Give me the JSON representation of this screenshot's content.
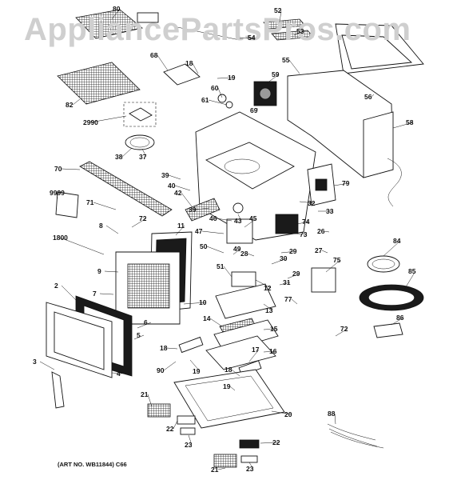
{
  "watermark": "AppliancePartsPros.com",
  "art_number": "(ART NO. WB11844) C66",
  "callouts": [
    "80",
    "52",
    "53",
    "54",
    "68",
    "18",
    "19",
    "82",
    "55",
    "59",
    "60",
    "61",
    "69",
    "56",
    "2990",
    "58",
    "38",
    "37",
    "70",
    "39",
    "40",
    "42",
    "79",
    "9999",
    "71",
    "39",
    "32",
    "33",
    "72",
    "74",
    "46",
    "45",
    "43",
    "47",
    "73",
    "26",
    "8",
    "1800",
    "11",
    "84",
    "50",
    "49",
    "28",
    "29",
    "27",
    "75",
    "30",
    "85",
    "9",
    "51",
    "12",
    "29",
    "31",
    "2",
    "7",
    "77",
    "10",
    "13",
    "14",
    "15",
    "6",
    "86",
    "5",
    "72",
    "18",
    "16",
    "3",
    "90",
    "4",
    "19",
    "17",
    "18",
    "19",
    "21",
    "20",
    "22",
    "88",
    "23",
    "22",
    "21",
    "23"
  ]
}
